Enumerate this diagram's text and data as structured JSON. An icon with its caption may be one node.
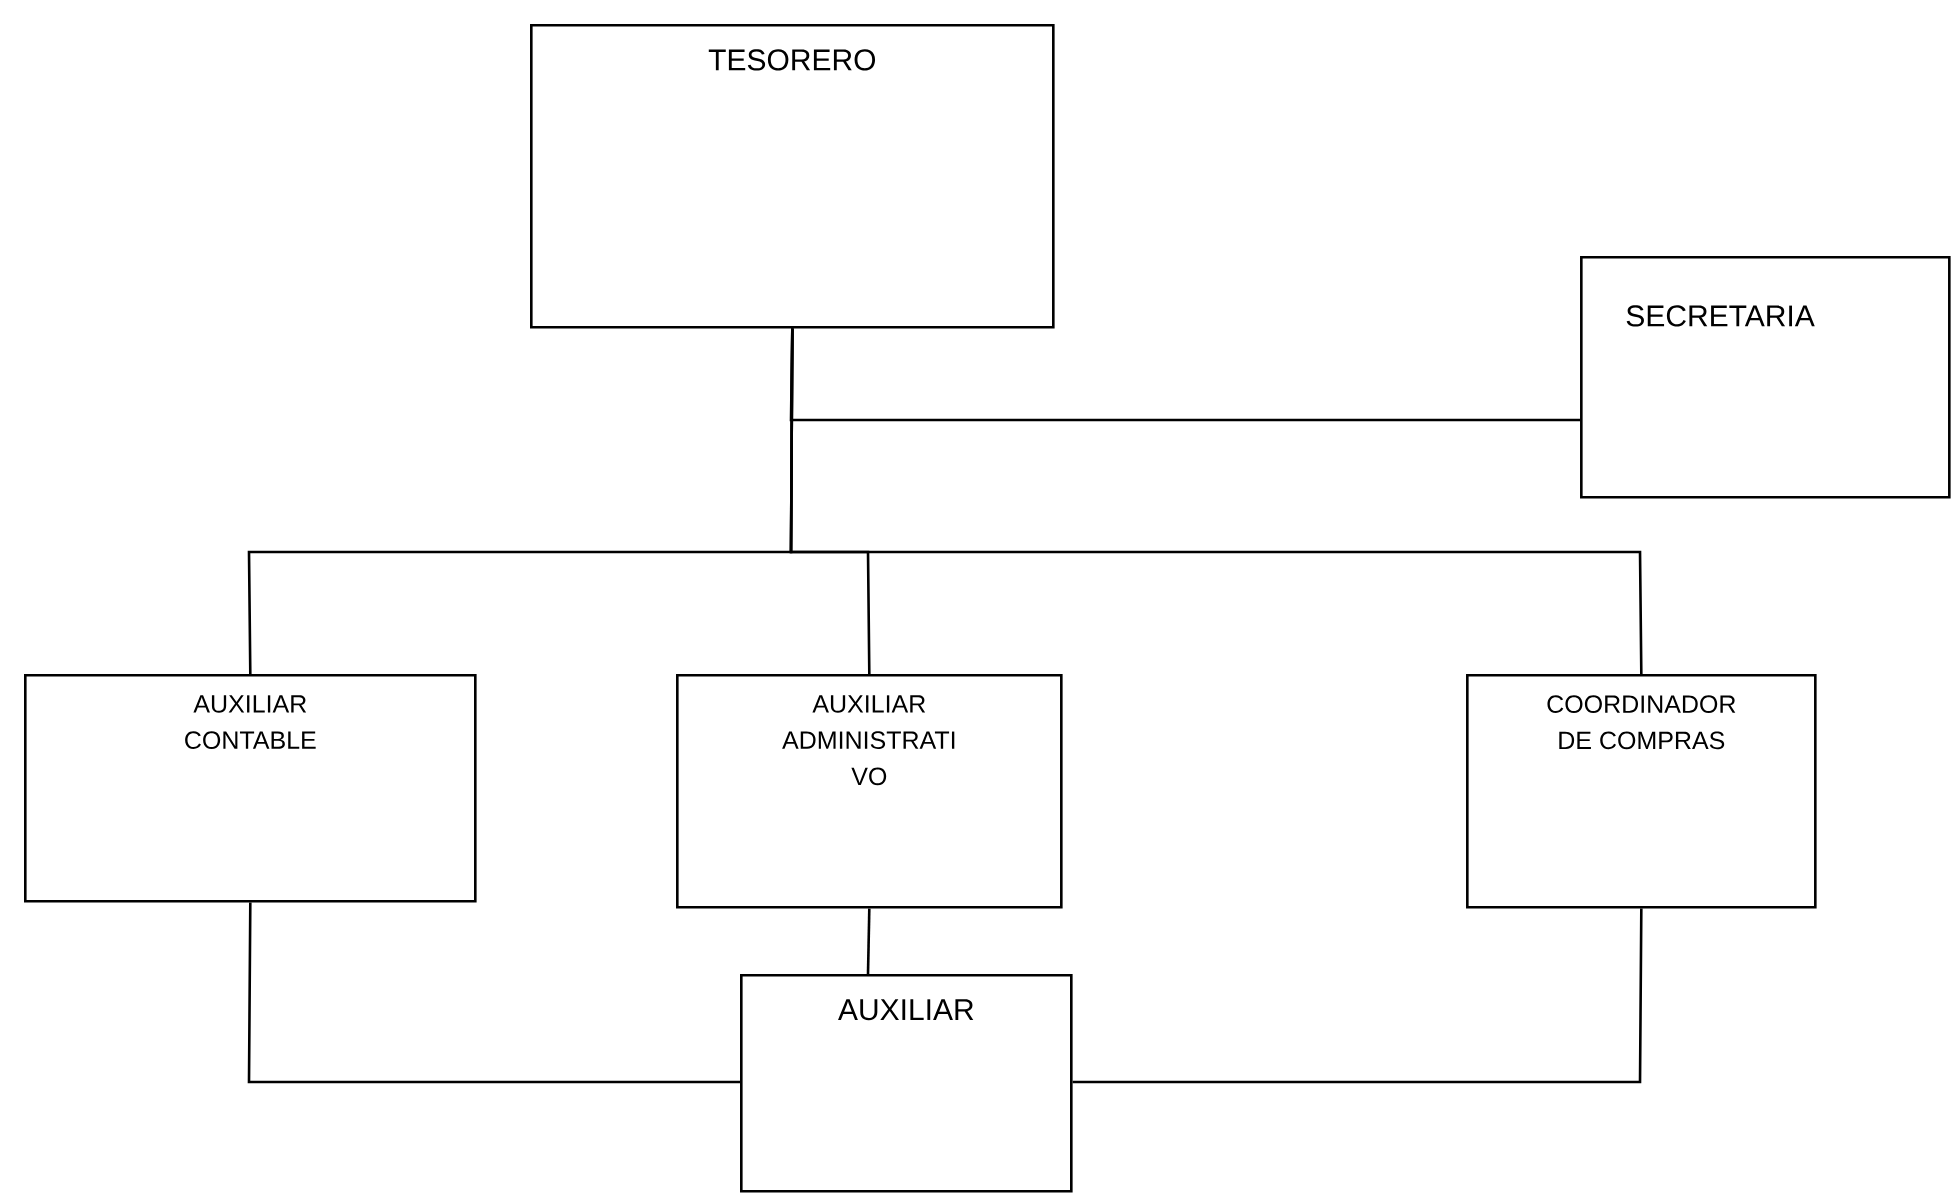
{
  "diagram": {
    "nodes": [
      {
        "text": [
          "TESORERO"
        ]
      },
      {
        "text": [
          "SECRETARIA"
        ]
      },
      {
        "text": [
          "AUXILIAR CONTABLE"
        ]
      },
      {
        "text": [
          "AUXILIAR ADMINISTRATI VO"
        ]
      },
      {
        "text": [
          "COORDINADOR DE COMPRAS"
        ]
      },
      {
        "text": [
          "AUXILIAR"
        ]
      }
    ],
    "edges": [
      {
        "from": 0,
        "to": 1,
        "arrow": "none"
      },
      {
        "from": 0,
        "to": 2,
        "arrow": "none"
      },
      {
        "from": 0,
        "to": 3,
        "arrow": "none"
      },
      {
        "from": 0,
        "to": 4,
        "arrow": "none"
      },
      {
        "from": 3,
        "to": 5,
        "arrow": "none"
      },
      {
        "from": 2,
        "to": 5,
        "arrow": "none"
      },
      {
        "from": 4,
        "to": 5,
        "arrow": "none"
      }
    ]
  }
}
